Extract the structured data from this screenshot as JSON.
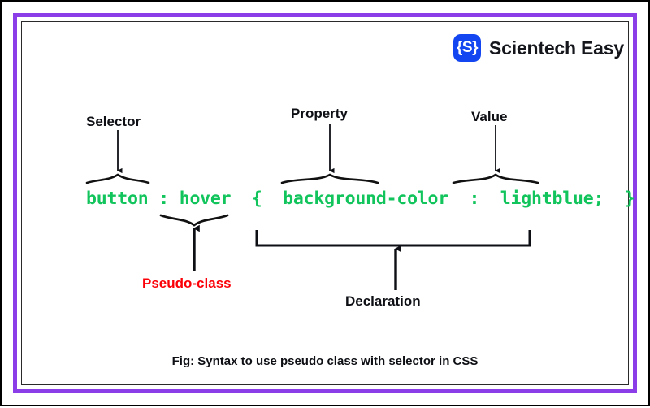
{
  "figure": {
    "border_outer_color": "#000000",
    "border_inner_color": "#8b3ee8",
    "background_color": "#ffffff",
    "caption": "Fig: Syntax to use pseudo class with selector in CSS"
  },
  "brand": {
    "mark_glyph": "{S}",
    "mark_color": "#1346f0",
    "name": "Scientech Easy"
  },
  "code": {
    "text": "button : hover  {  background-color  :  lightblue;  }",
    "color": "#12c45c",
    "tokens": [
      {
        "name": "selector",
        "text": "button"
      },
      {
        "name": "colon",
        "text": ":"
      },
      {
        "name": "pseudoclass",
        "text": "hover"
      },
      {
        "name": "open-brace",
        "text": "{"
      },
      {
        "name": "property",
        "text": "background-color"
      },
      {
        "name": "separator",
        "text": ":"
      },
      {
        "name": "value",
        "text": "lightblue;"
      },
      {
        "name": "close-brace",
        "text": "}"
      }
    ]
  },
  "annotations": {
    "selector": {
      "label": "Selector",
      "color": "#0d0f14",
      "arrow": "down"
    },
    "property": {
      "label": "Property",
      "color": "#0d0f14",
      "arrow": "down"
    },
    "value": {
      "label": "Value",
      "color": "#0d0f14",
      "arrow": "down"
    },
    "pseudo_class": {
      "label": "Pseudo-class",
      "color": "#fb0007",
      "arrow": "up"
    },
    "declaration": {
      "label": "Declaration",
      "color": "#0d0f14",
      "arrow": "up"
    }
  }
}
